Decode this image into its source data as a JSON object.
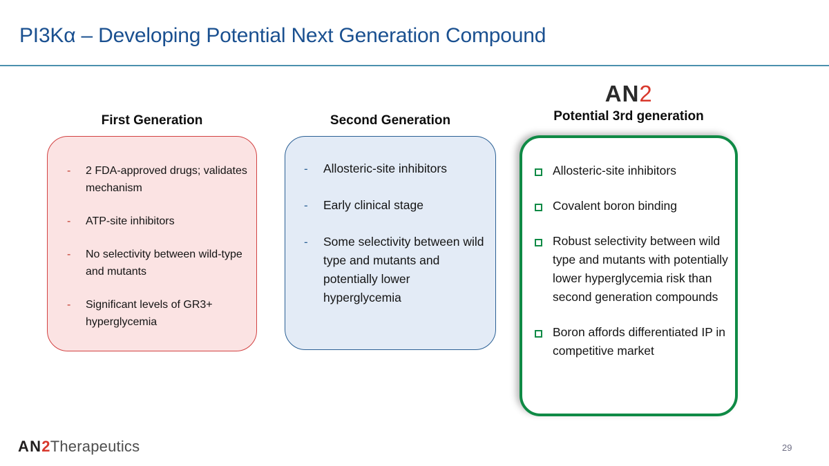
{
  "slide": {
    "title": "PI3Kα – Developing Potential Next Generation Compound",
    "page_number": "29",
    "accent_rule_color": "#4a90ad",
    "title_color": "#1a5090"
  },
  "columns": [
    {
      "key": "first",
      "header": "First Generation",
      "box_fill": "#fbe3e3",
      "box_border": "#d24141",
      "bullet_marker": "-",
      "bullets": [
        "2 FDA-approved drugs; validates mechanism",
        "ATP-site inhibitors",
        "No selectivity between wild-type and mutants",
        "Significant levels of GR3+ hyperglycemia"
      ]
    },
    {
      "key": "second",
      "header": "Second Generation",
      "box_fill": "#e3ebf6",
      "box_border": "#2a5f94",
      "bullet_marker": "-",
      "bullets": [
        "Allosteric-site inhibitors",
        "Early clinical stage",
        "Some selectivity between wild type and mutants and potentially lower hyperglycemia"
      ]
    },
    {
      "key": "third",
      "logo": {
        "an": "AN",
        "two": "2"
      },
      "header": "Potential 3rd generation",
      "box_fill": "#ffffff",
      "box_border": "#0f8a45",
      "bullet_marker": "checkbox-square",
      "bullets": [
        "Allosteric-site inhibitors",
        "Covalent boron binding",
        "Robust selectivity between wild type and mutants with potentially lower hyperglycemia risk than second generation compounds",
        "Boron affords differentiated IP in competitive market"
      ]
    }
  ],
  "footer": {
    "logo_an": "AN",
    "logo_two": "2",
    "logo_word": "Therapeutics"
  }
}
